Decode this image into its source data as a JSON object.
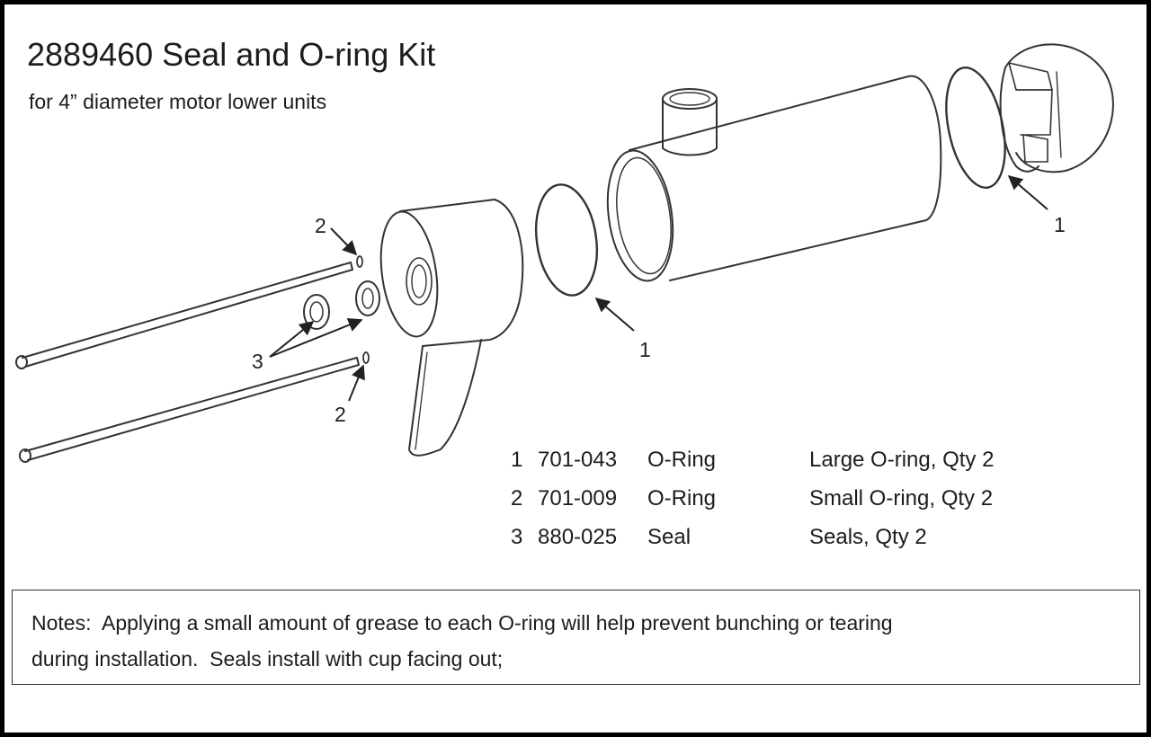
{
  "title": "2889460 Seal and O-ring Kit",
  "subtitle": "for 4” diameter motor lower units",
  "callouts": {
    "oring_left": "1",
    "oring_right": "1",
    "small_top": "2",
    "small_bottom": "2",
    "seal": "3"
  },
  "parts": [
    {
      "item": "1",
      "part_number": "701-043",
      "type": "O-Ring",
      "description": "Large O-ring, Qty 2"
    },
    {
      "item": "2",
      "part_number": "701-009",
      "type": "O-Ring",
      "description": "Small O-ring, Qty 2"
    },
    {
      "item": "3",
      "part_number": "880-025",
      "type": "Seal",
      "description": "Seals, Qty 2"
    }
  ],
  "notes": {
    "line1": "Notes:  Applying a small amount of grease to each O-ring will help prevent bunching or tearing",
    "line2": "during installation.  Seals install with cup facing out;"
  }
}
